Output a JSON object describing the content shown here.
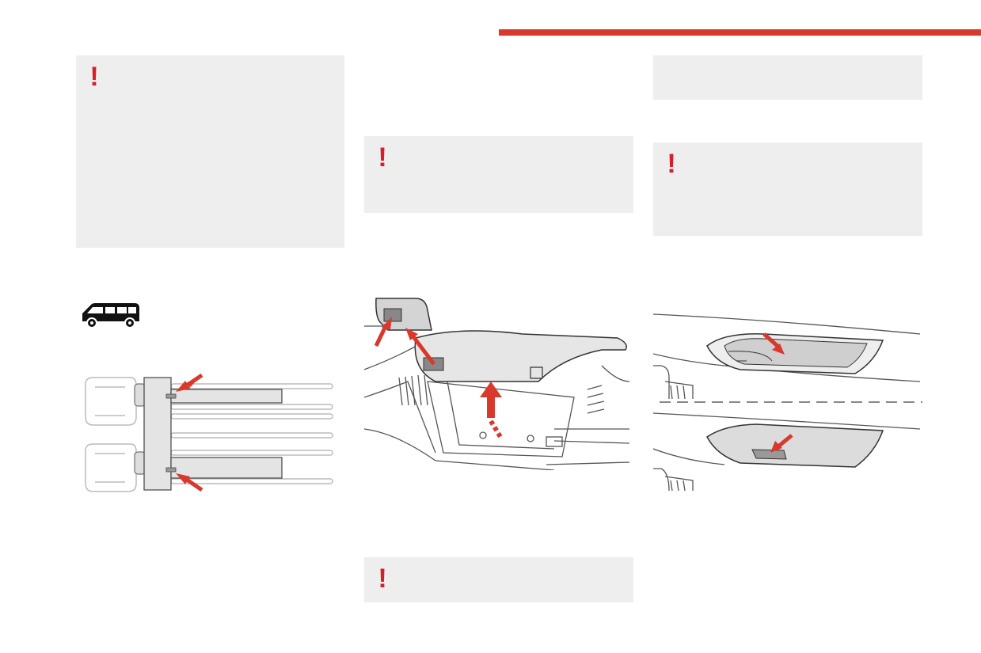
{
  "page": {
    "accent_color": "#d9382c",
    "warning_color": "#d81e2a",
    "panel_color": "#eeeeee"
  },
  "warnings": [
    {
      "glyph": "!"
    },
    {
      "glyph": "!"
    },
    {
      "glyph": "!"
    },
    {
      "glyph": "!"
    }
  ],
  "icons": {
    "vehicle": "van-side-icon",
    "warning": "exclamation-icon",
    "arrow": "red-arrow-icon"
  },
  "illustrations": [
    {
      "name": "rear-seat-rail-illustration"
    },
    {
      "name": "glovebox-removal-illustration"
    },
    {
      "name": "dashboard-storage-illustration"
    }
  ]
}
